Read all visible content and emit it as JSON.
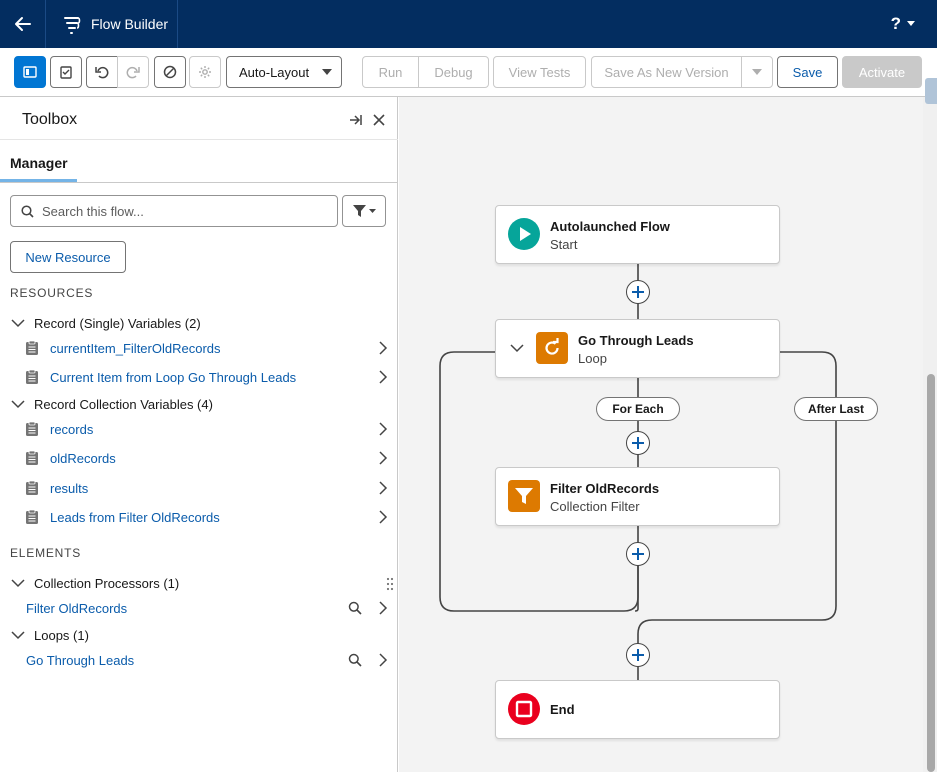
{
  "header": {
    "app_title": "Flow Builder",
    "help_label": "?",
    "icons": {
      "back": "arrow-left-icon",
      "app": "flow-icon",
      "help": "help-icon"
    }
  },
  "toolbar": {
    "layout_select_value": "Auto-Layout",
    "run_label": "Run",
    "debug_label": "Debug",
    "view_tests_label": "View Tests",
    "save_as_new_version_label": "Save As New Version",
    "save_label": "Save",
    "activate_label": "Activate",
    "colors": {
      "brand": "#0176d3",
      "header": "#032d60"
    }
  },
  "toolbox": {
    "title": "Toolbox",
    "tab_manager": "Manager",
    "search_placeholder": "Search this flow...",
    "new_resource_label": "New Resource",
    "resources_label": "RESOURCES",
    "elements_label": "ELEMENTS",
    "resource_groups": [
      {
        "label": "Record (Single) Variables (2)",
        "items": [
          "currentItem_FilterOldRecords",
          "Current Item from Loop Go Through Leads"
        ]
      },
      {
        "label": "Record Collection Variables (4)",
        "items": [
          "records",
          "oldRecords",
          "results",
          "Leads from Filter OldRecords"
        ]
      }
    ],
    "element_groups": [
      {
        "label": "Collection Processors (1)",
        "items": [
          "Filter OldRecords"
        ]
      },
      {
        "label": "Loops (1)",
        "items": [
          "Go Through Leads"
        ]
      }
    ]
  },
  "canvas": {
    "start_node": {
      "title": "Autolaunched Flow",
      "subtitle": "Start",
      "color": "#06a59a"
    },
    "loop_node": {
      "title": "Go Through Leads",
      "subtitle": "Loop",
      "color": "#dd7a01"
    },
    "filter_node": {
      "title": "Filter OldRecords",
      "subtitle": "Collection Filter",
      "color": "#dd7a01"
    },
    "end_node": {
      "title": "End",
      "color": "#ea001e"
    },
    "for_each_label": "For Each",
    "after_last_label": "After Last"
  }
}
